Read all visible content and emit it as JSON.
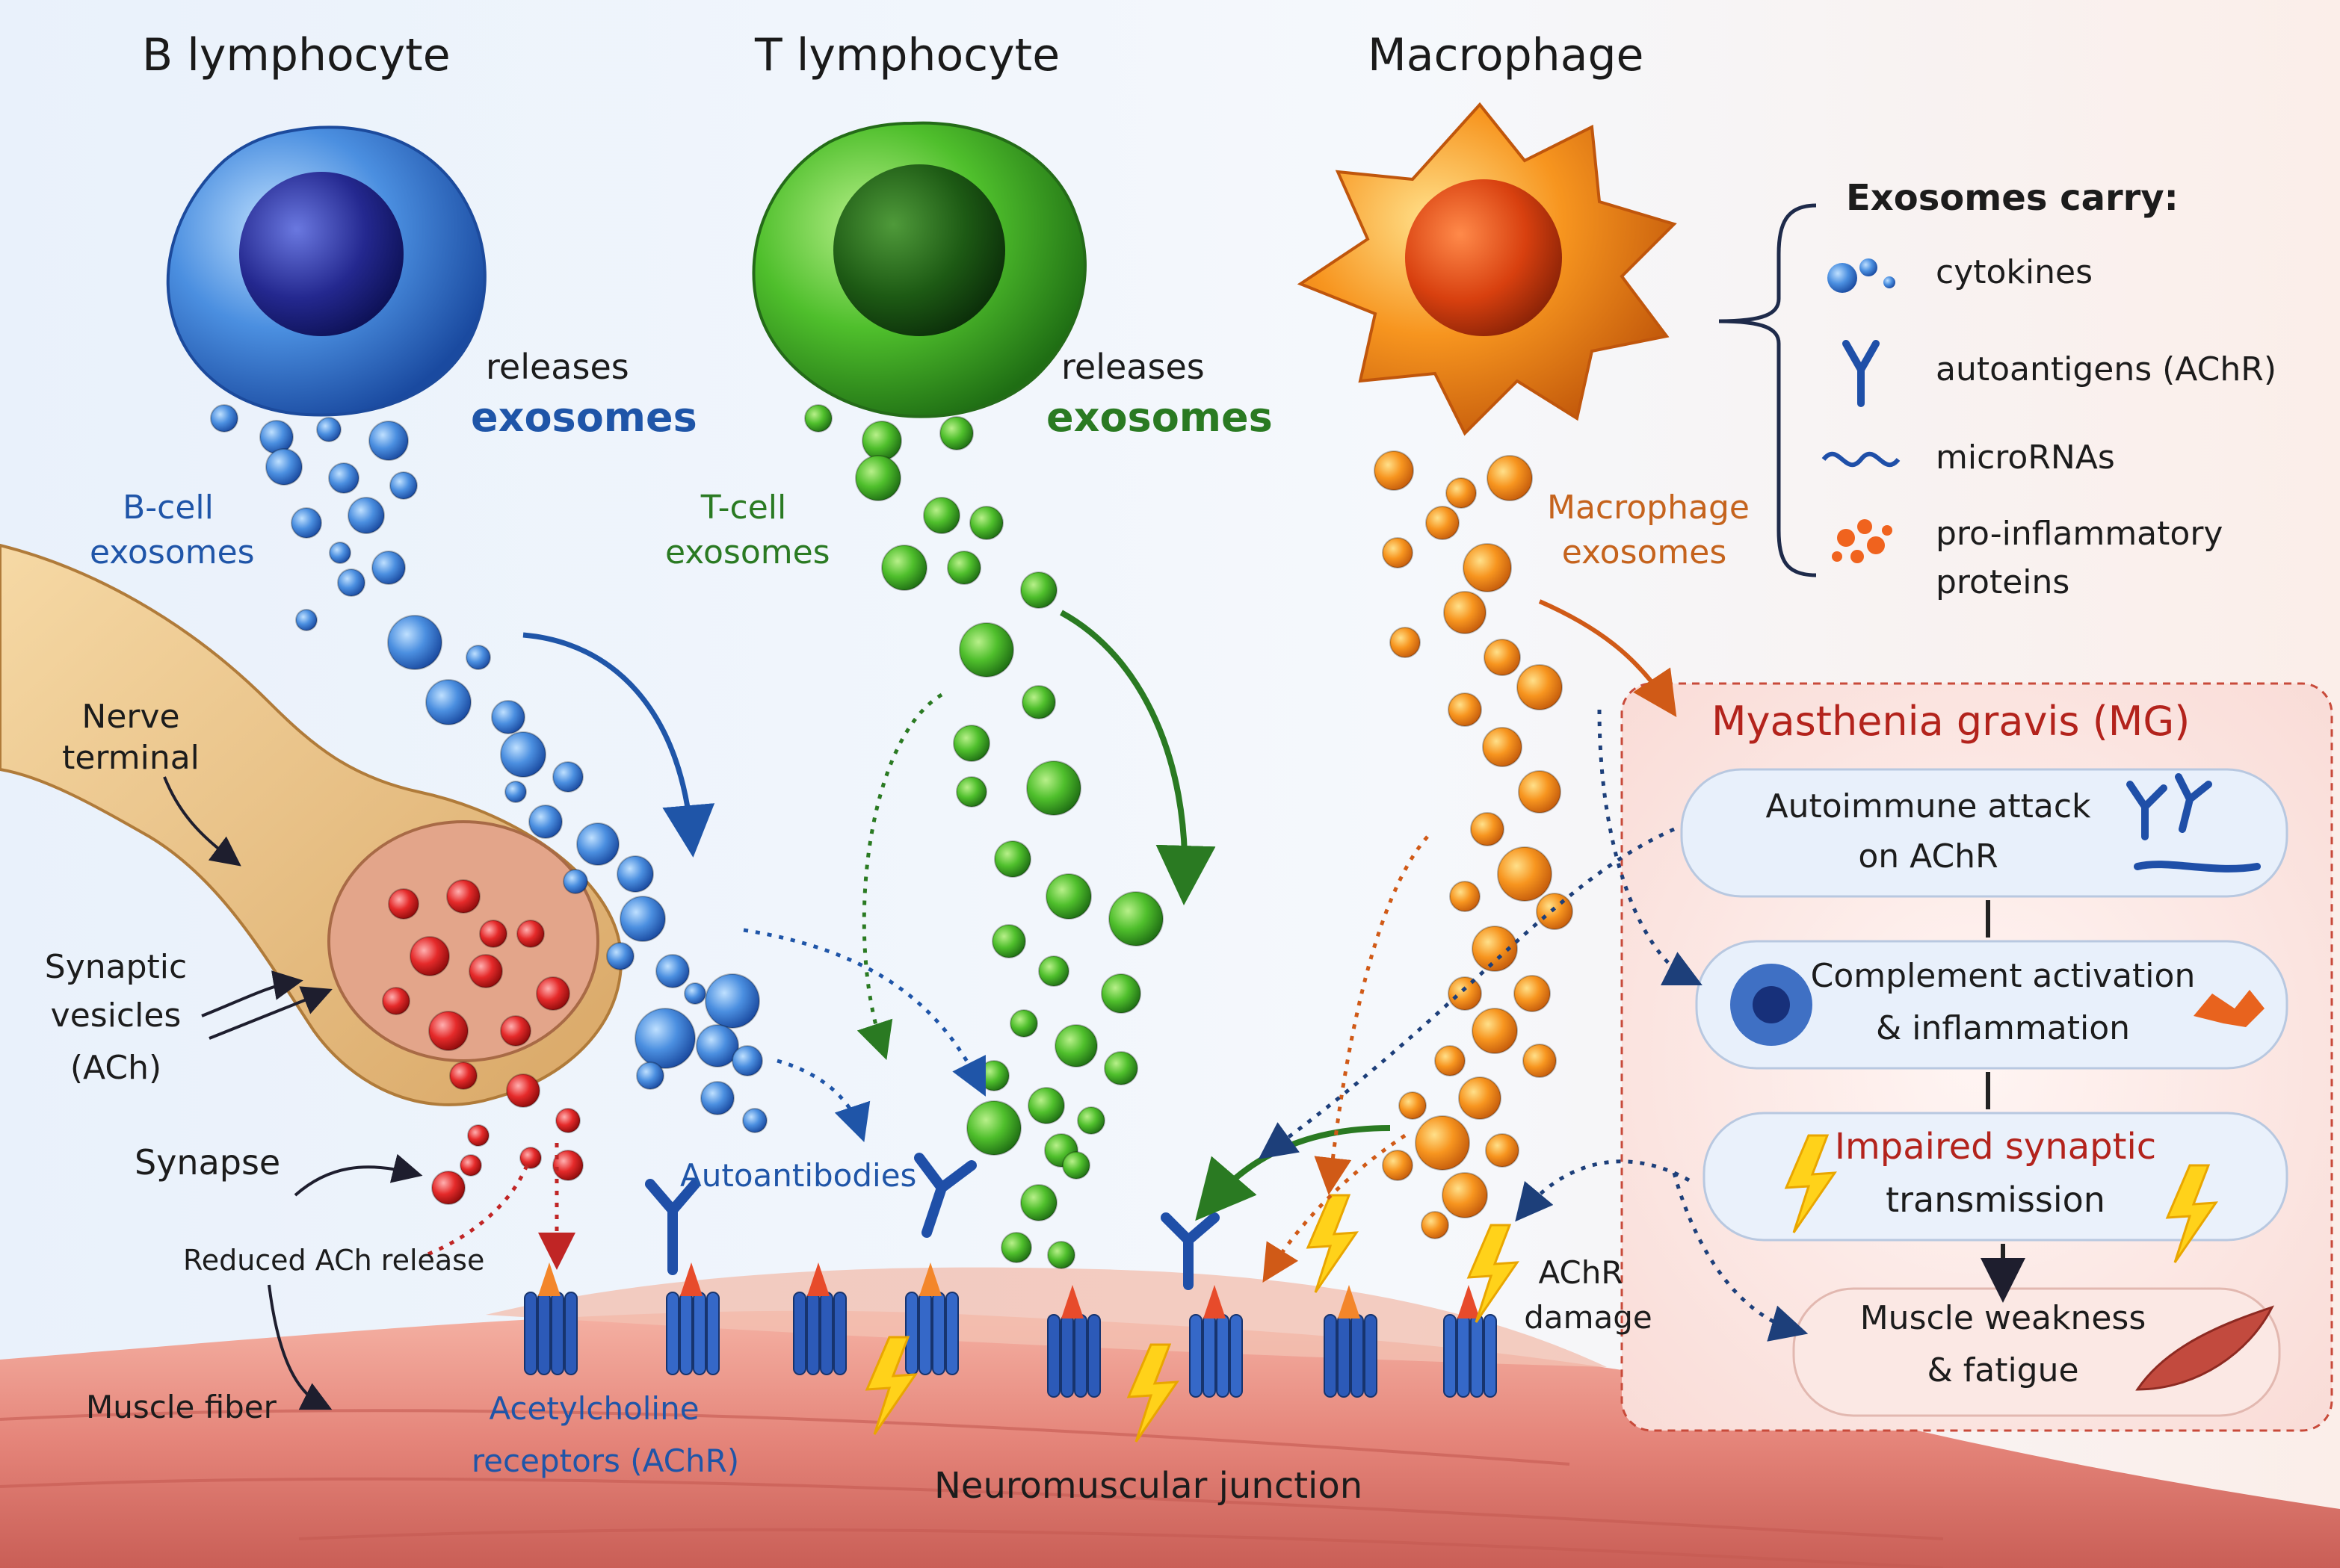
{
  "cells": {
    "b_title": "B lymphocyte",
    "t_title": "T lymphocyte",
    "m_title": "Macrophage",
    "b_releases": "releases",
    "b_exosomes": "exosomes",
    "t_releases": "releases",
    "t_exosomes": "exosomes",
    "b_exo_1": "B-cell",
    "b_exo_2": "exosomes",
    "t_exo_1": "T-cell",
    "t_exo_2": "exosomes",
    "m_exo_1": "Macrophage",
    "m_exo_2": "exosomes"
  },
  "legend": {
    "title": "Exosomes carry:",
    "items": [
      "cytokines",
      "autoantigens (AChR)",
      "microRNAs",
      "pro-inflammatory",
      "proteins"
    ]
  },
  "nerve": {
    "terminal_1": "Nerve",
    "terminal_2": "terminal",
    "vesicles_1": "Synaptic",
    "vesicles_2": "vesicles",
    "vesicles_3": "(ACh)",
    "synapse": "Synapse",
    "reduced": "Reduced ACh release",
    "muscle": "Muscle fiber",
    "autoantibodies": "Autoantibodies",
    "achr_1": "Acetylcholine",
    "achr_2": "receptors (AChR)",
    "damage_1": "AChR",
    "damage_2": "damage",
    "nmj": "Neuromuscular junction"
  },
  "mg": {
    "title": "Myasthenia gravis (MG)",
    "step1_a": "Autoimmune attack",
    "step1_b": "on AChR",
    "step2_a": "Complement activation",
    "step2_b": "& inflammation",
    "step3_a": "Impaired synaptic",
    "step3_b": "transmission",
    "step4_a": "Muscle weakness",
    "step4_b": "& fatigue"
  },
  "colors": {
    "b_cell": "#2c6fd0",
    "t_cell": "#3aa52c",
    "macrophage": "#f08a1e",
    "mg_red": "#b3231c",
    "muscle": "#e88a80"
  }
}
